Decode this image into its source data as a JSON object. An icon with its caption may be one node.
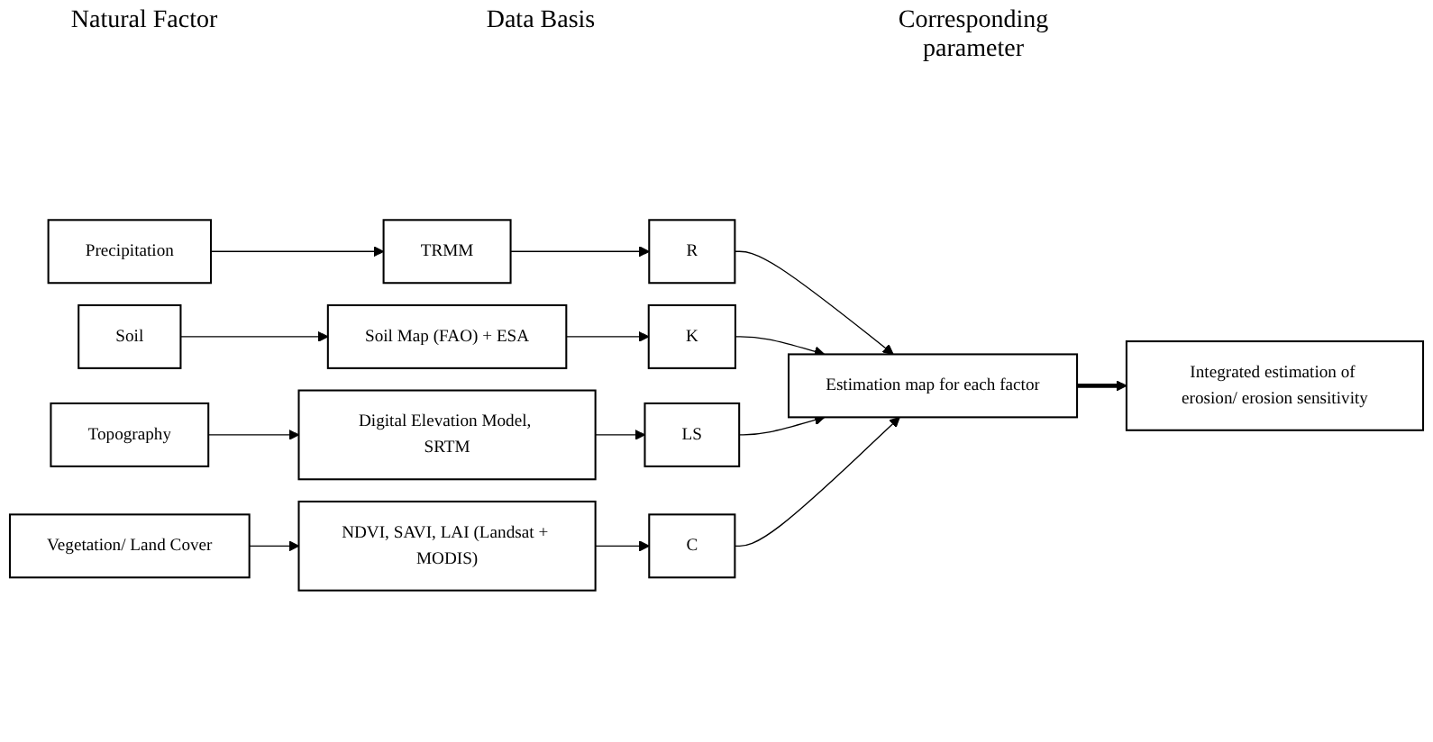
{
  "diagram": {
    "nodes": [
      {
        "text": [
          "Precipitation"
        ]
      },
      {
        "text": [
          "TRMM"
        ]
      },
      {
        "text": [
          "R"
        ]
      },
      {
        "text": [
          "Soil"
        ]
      },
      {
        "text": [
          "Soil Map (FAO) + ESA"
        ]
      },
      {
        "text": [
          "K"
        ]
      },
      {
        "text": [
          "Topography"
        ]
      },
      {
        "text": [
          "Digital Elevation Model, SRTM"
        ]
      },
      {
        "text": [
          "LS"
        ]
      },
      {
        "text": [
          "Vegetation/ Land Cover"
        ]
      },
      {
        "text": [
          "NDVI, SAVI, LAI (Landsat + MODIS)"
        ]
      },
      {
        "text": [
          "C"
        ]
      },
      {
        "text": [
          "Estimation map for each factor"
        ]
      },
      {
        "text": [
          "Integrated estimation of erosion/ erosion sensitivity"
        ]
      }
    ],
    "edges": [
      {
        "from": 0,
        "to": 1,
        "arrow": "to"
      },
      {
        "from": 1,
        "to": 2,
        "arrow": "to"
      },
      {
        "from": 2,
        "to": 12,
        "arrow": "to"
      },
      {
        "from": 3,
        "to": 4,
        "arrow": "to"
      },
      {
        "from": 4,
        "to": 5,
        "arrow": "to"
      },
      {
        "from": 5,
        "to": 12,
        "arrow": "to"
      },
      {
        "from": 6,
        "to": 7,
        "arrow": "to"
      },
      {
        "from": 7,
        "to": 8,
        "arrow": "to"
      },
      {
        "from": 8,
        "to": 12,
        "arrow": "to"
      },
      {
        "from": 9,
        "to": 10,
        "arrow": "to"
      },
      {
        "from": 10,
        "to": 11,
        "arrow": "to"
      },
      {
        "from": 11,
        "to": 12,
        "arrow": "to"
      },
      {
        "from": 12,
        "to": 13,
        "arrow": "to",
        "style": "thick"
      }
    ],
    "labels": [
      "Natural Factor",
      "Data Basis",
      "Corresponding parameter"
    ]
  }
}
